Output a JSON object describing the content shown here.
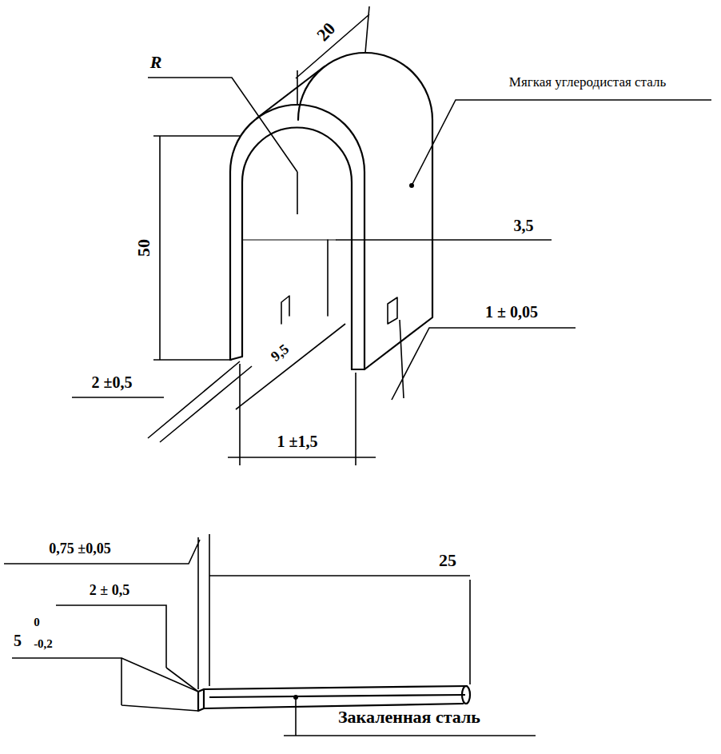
{
  "diagram": {
    "labels": [
      "20",
      "R",
      "Мягкая углеродистая сталь",
      "50",
      "3,5",
      "1 ± 0,05",
      "9,5",
      "2 ±0,5",
      "1 ±1,5",
      "0,75 ±0,05",
      "25",
      "2 ± 0,5",
      "5",
      "0",
      "-0,2",
      "Закаленная сталь"
    ]
  }
}
